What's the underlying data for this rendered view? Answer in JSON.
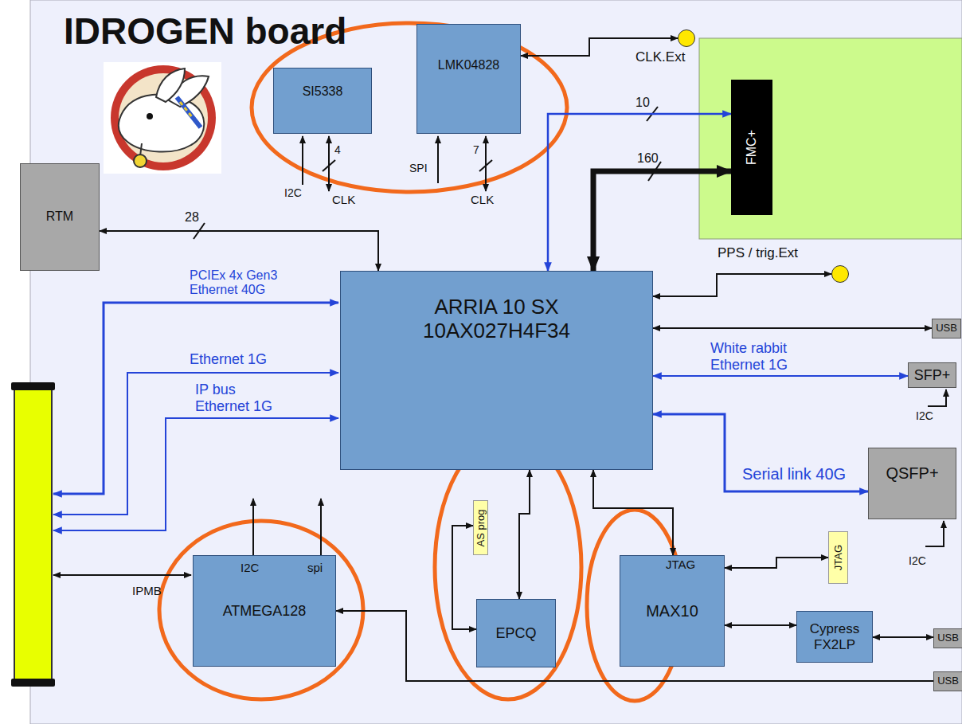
{
  "diagram": {
    "title": "IDROGEN board",
    "nodes": [
      {
        "text": [
          "SI5338"
        ]
      },
      {
        "text": [
          "LMK04828"
        ]
      },
      {
        "text": [
          "CLK.Ext"
        ]
      },
      {
        "text": [
          "FMC+"
        ]
      },
      {
        "text": [
          "RTM"
        ]
      },
      {
        "text": [
          "PPS / trig.Ext"
        ]
      },
      {
        "text": [
          "ARRIA 10 SX 10AX027H4F34"
        ]
      },
      {
        "text": [
          "USB"
        ]
      },
      {
        "text": [
          "SFP+"
        ]
      },
      {
        "text": [
          "QSFP+"
        ]
      },
      {
        "text": [
          "AS prog"
        ]
      },
      {
        "text": [
          "ATMEGA128"
        ]
      },
      {
        "text": [
          "EPCQ"
        ]
      },
      {
        "text": [
          "MAX10"
        ]
      },
      {
        "text": [
          "JTAG"
        ]
      },
      {
        "text": [
          "Cypress FX2LP"
        ]
      },
      {
        "text": [
          "USB"
        ]
      },
      {
        "text": [
          "USB"
        ]
      }
    ],
    "edges": [
      {
        "from": 1,
        "to": 2,
        "arrow": "both"
      },
      {
        "from": 4,
        "to": 6,
        "label": "28",
        "arrow": "both"
      },
      {
        "from": 6,
        "to": 3,
        "label": "10",
        "arrow": "both"
      },
      {
        "from": 6,
        "to": 3,
        "label": "160",
        "arrow": "both"
      },
      {
        "from": 6,
        "to": 5,
        "arrow": "both"
      },
      {
        "from": 6,
        "to": 7,
        "arrow": "both"
      },
      {
        "from": 6,
        "to": 8,
        "label": "White rabbit Ethernet 1G",
        "arrow": "both"
      },
      {
        "from": 6,
        "to": 9,
        "label": "Serial link 40G",
        "arrow": "both"
      },
      {
        "from": 6,
        "to": 12,
        "arrow": "both"
      },
      {
        "from": 10,
        "to": 12,
        "arrow": "both"
      },
      {
        "from": 6,
        "to": 13,
        "arrow": "both"
      },
      {
        "from": 13,
        "to": 14,
        "arrow": "both"
      },
      {
        "from": 13,
        "to": 15,
        "arrow": "both"
      },
      {
        "from": 15,
        "to": 16,
        "arrow": "both"
      },
      {
        "from": 17,
        "to": 11,
        "arrow": "to"
      }
    ],
    "labels": [
      "I2C",
      "4",
      "CLK",
      "SPI",
      "7",
      "CLK",
      "PCIEx 4x Gen3 Ethernet 40G",
      "Ethernet 1G",
      "IP bus Ethernet 1G",
      "I2C",
      "I2C",
      "spi",
      "IPMB",
      "JTAG",
      "I2C"
    ]
  }
}
